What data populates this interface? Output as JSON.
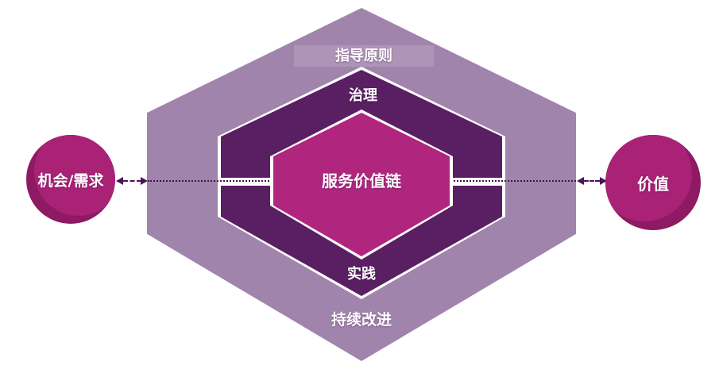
{
  "diagram": {
    "labels": {
      "guiding_principles": "指导原则",
      "governance": "治理",
      "service_value_chain": "服务价值链",
      "practices": "实践",
      "continual_improvement": "持续改进",
      "opportunity_demand": "机会/需求",
      "value": "价值"
    },
    "colors": {
      "outer_hexagon": "#a184ac",
      "middle_hexagon": "#5a1f62",
      "inner_hexagon": "#b0267f",
      "circle_base": "#8d1a63",
      "circle_highlight": "#a92276",
      "flow_line": "#45114f",
      "arrow": "#4a1358",
      "label_text": "#ffffff",
      "background": "#ffffff"
    }
  }
}
